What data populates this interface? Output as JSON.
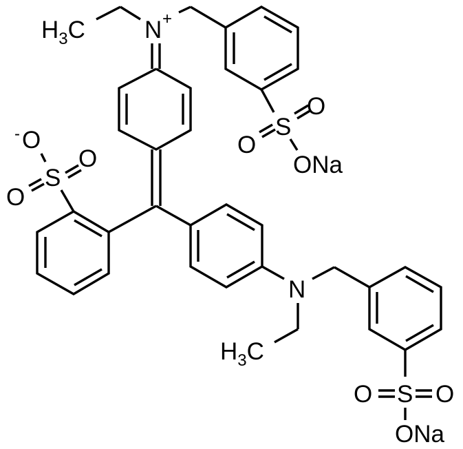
{
  "figure": {
    "type": "chemical-structure",
    "description": "Triarylmethane dye, disodium salt (Acid Violet / Light Green SF type)",
    "background": "#ffffff",
    "ink": "#000000"
  },
  "labels": {
    "top_ethyl": {
      "main": "H",
      "sub": "3",
      "tail": "C"
    },
    "top_nitrogen": {
      "main": "N",
      "charge": "+"
    },
    "top_sulfonate_o1": "O",
    "top_sulfonate_s": "S",
    "top_sulfonate_o2": "O",
    "top_sulfonate_ona": "ONa",
    "left_sulfonate_ominus": {
      "charge": "-",
      "main": "O"
    },
    "left_sulfonate_s": "S",
    "left_sulfonate_o1": "O",
    "left_sulfonate_o2": "O",
    "bottom_nitrogen": "N",
    "bottom_ethyl": {
      "main": "H",
      "sub": "3",
      "tail": "C"
    },
    "bottom_sulfonate_o_left": "O",
    "bottom_sulfonate_s": "S",
    "bottom_sulfonate_o_right": "O",
    "bottom_sulfonate_ona": "ONa"
  },
  "groups": [
    "iminium-ethyl-benzyl",
    "quinoid-ring",
    "meta-sulfobenzyl-top",
    "ortho-sulfophenyl",
    "para-aminophenyl",
    "N-ethyl-N-benzyl-amine",
    "meta-sulfobenzyl-bottom"
  ]
}
